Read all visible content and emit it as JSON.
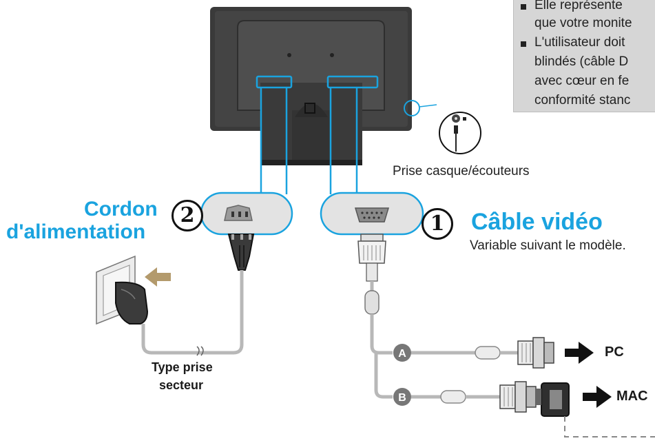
{
  "colors": {
    "accent_blue": "#1aa3df",
    "monitor_body": "#3d3d3d",
    "panel_gray": "#e3e3e3",
    "cable_gray": "#b8b8b8",
    "arrow_tan": "#b39a6c",
    "note_bg": "#d6d6d6"
  },
  "note_box": {
    "lines": [
      "Elle représente",
      "que votre monite",
      "L'utilisateur doit",
      "blindés (câble D",
      "avec cœur en fe",
      "conformité stanc"
    ]
  },
  "headphone_label": "Prise casque/écouteurs",
  "power_cord": {
    "number": "2",
    "title_line1": "Cordon",
    "title_line2": "d'alimentation",
    "outlet_label_line1": "Type prise",
    "outlet_label_line2": "secteur"
  },
  "video_cable": {
    "number": "1",
    "title": "Câble vidéo",
    "subtitle": "Variable suivant le modèle."
  },
  "connections": [
    {
      "badge": "A",
      "target": "PC"
    },
    {
      "badge": "B",
      "target": "MAC"
    }
  ],
  "icons": {
    "monitor": "monitor-back-icon",
    "headphone": "headphone-jack-icon",
    "wall_outlet": "wall-outlet-icon",
    "plug": "power-plug-icon",
    "vga": "vga-connector-icon",
    "arrow": "right-arrow-icon"
  }
}
